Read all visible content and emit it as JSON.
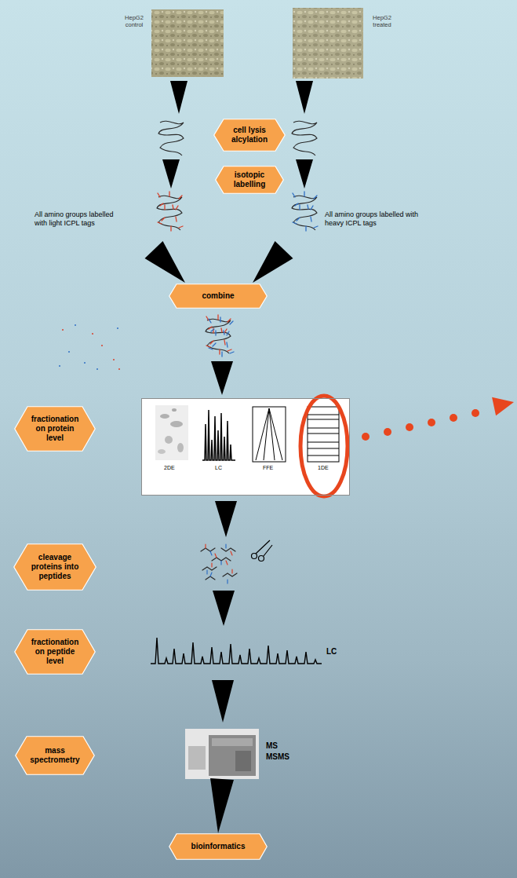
{
  "diagram": {
    "nodes": [
      {
        "text": [
          "HepG2 control"
        ]
      },
      {
        "text": [
          "HepG2 treated"
        ]
      },
      {
        "text": [
          "cell lysis alcylation"
        ]
      },
      {
        "text": [
          "isotopic labelling"
        ]
      },
      {
        "text": [
          "combine"
        ]
      },
      {
        "text": [
          "fractionation on protein level"
        ]
      },
      {
        "text": [
          "2DE",
          "LC",
          "FFE",
          "1DE"
        ]
      },
      {
        "text": [
          "cleavage proteins into peptides"
        ]
      },
      {
        "text": [
          "fractionation on peptide level"
        ]
      },
      {
        "text": [
          "mass spectrometry"
        ]
      },
      {
        "text": [
          "MS",
          "MSMS"
        ]
      },
      {
        "text": [
          "bioinformatics"
        ]
      }
    ],
    "edges": [
      {
        "from": 10,
        "to": 11,
        "arrow": "to"
      }
    ],
    "labels": [
      "All amino groups labelled with light ICPL tags",
      "All amino groups labelled with heavy ICPL tags",
      "LC"
    ]
  }
}
